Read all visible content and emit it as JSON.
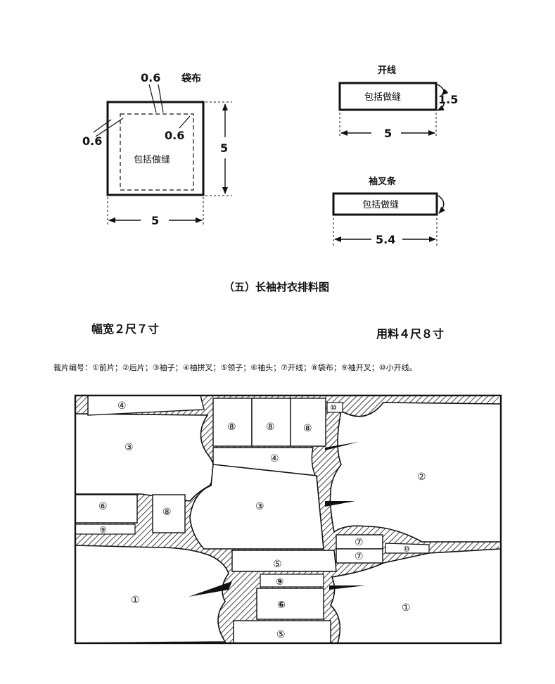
{
  "pocket": {
    "title": "袋布",
    "seam_top": "0.6",
    "seam_left": "0.6",
    "seam_right": "0.6",
    "inner_label": "包括做缝",
    "height_label": "5",
    "width_label": "5"
  },
  "placket": {
    "title": "开线",
    "inner_label": "包括做缝",
    "height_label": "1.5",
    "width_label": "5"
  },
  "sleeve_strip": {
    "title": "袖叉条",
    "inner_label": "包括做缝",
    "width_label": "5.4"
  },
  "section_title": "（五）长袖衬衣排料图",
  "fabric_width": "幅宽２尺７寸",
  "fabric_usage": "用料４尺８寸",
  "piece_legend": "裁片编号：①前片；②后片；③袖子；④袖拼叉；⑤领子；⑥袖头；⑦开线；⑧袋布；⑨袖开叉；⑩小开线。",
  "layout_labels": {
    "p4_top": "④",
    "p10_top": "⑩",
    "p8_a": "⑧",
    "p8_b": "⑧",
    "p8_c": "⑧",
    "p3_left": "③",
    "p2": "②",
    "p4_mid": "④",
    "p6_left": "⑥",
    "p8_left": "⑧",
    "p3_mid": "③",
    "p9_left": "⑨",
    "p7_a": "⑦",
    "p7_b": "⑦",
    "p10_right": "⑩",
    "p5_top": "⑤",
    "p9_center": "⑨",
    "p6_center": "⑥",
    "p1_left": "①",
    "p1_right": "①",
    "p5_bottom": "⑤"
  }
}
